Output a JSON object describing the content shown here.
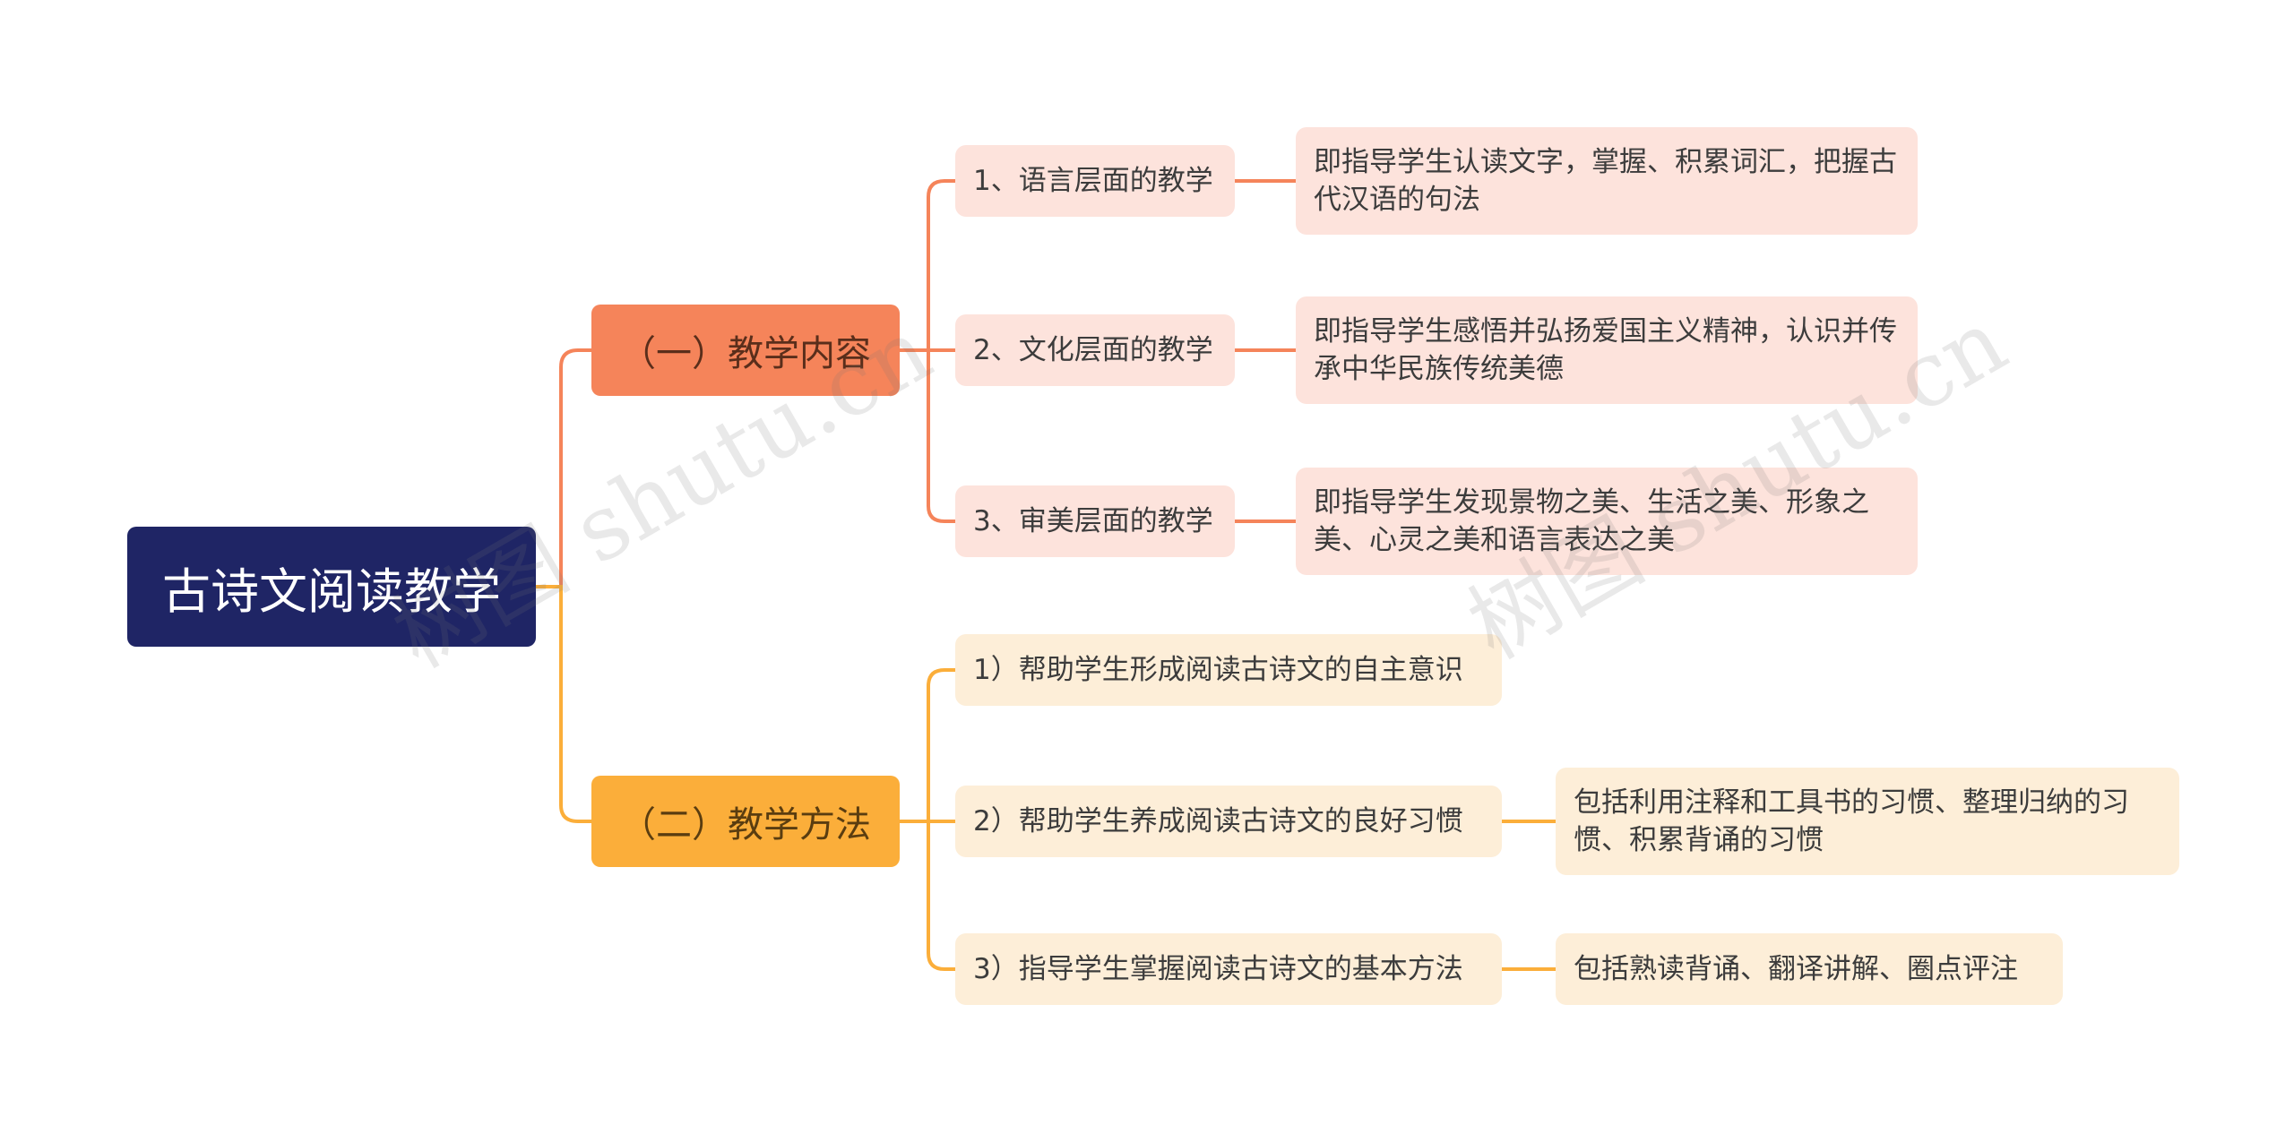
{
  "root": {
    "label": "古诗文阅读教学"
  },
  "branches": [
    {
      "label": "（一）教学内容",
      "children": [
        {
          "label": "1、语言层面的教学",
          "detail": "即指导学生认读文字，掌握、积累词汇，把握古代汉语的句法"
        },
        {
          "label": "2、文化层面的教学",
          "detail": "即指导学生感悟并弘扬爱国主义精神，认识并传承中华民族传统美德"
        },
        {
          "label": "3、审美层面的教学",
          "detail": "即指导学生发现景物之美、生活之美、形象之美、心灵之美和语言表达之美"
        }
      ]
    },
    {
      "label": "（二）教学方法",
      "children": [
        {
          "label": "1）帮助学生形成阅读古诗文的自主意识",
          "detail": ""
        },
        {
          "label": "2）帮助学生养成阅读古诗文的良好习惯",
          "detail": "包括利用注释和工具书的习惯、整理归纳的习惯、积累背诵的习惯"
        },
        {
          "label": "3）指导学生掌握阅读古诗文的基本方法",
          "detail": "包括熟读背诵、翻译讲解、圈点评注"
        }
      ]
    }
  ],
  "watermarks": [
    "树图 shutu.cn",
    "树图 shutu.cn"
  ],
  "colors": {
    "root": "#1f2565",
    "branch1": "#f5845a",
    "branch2": "#fbae3a",
    "leaf1": "#fde3dc",
    "leaf2": "#fdeed8"
  }
}
